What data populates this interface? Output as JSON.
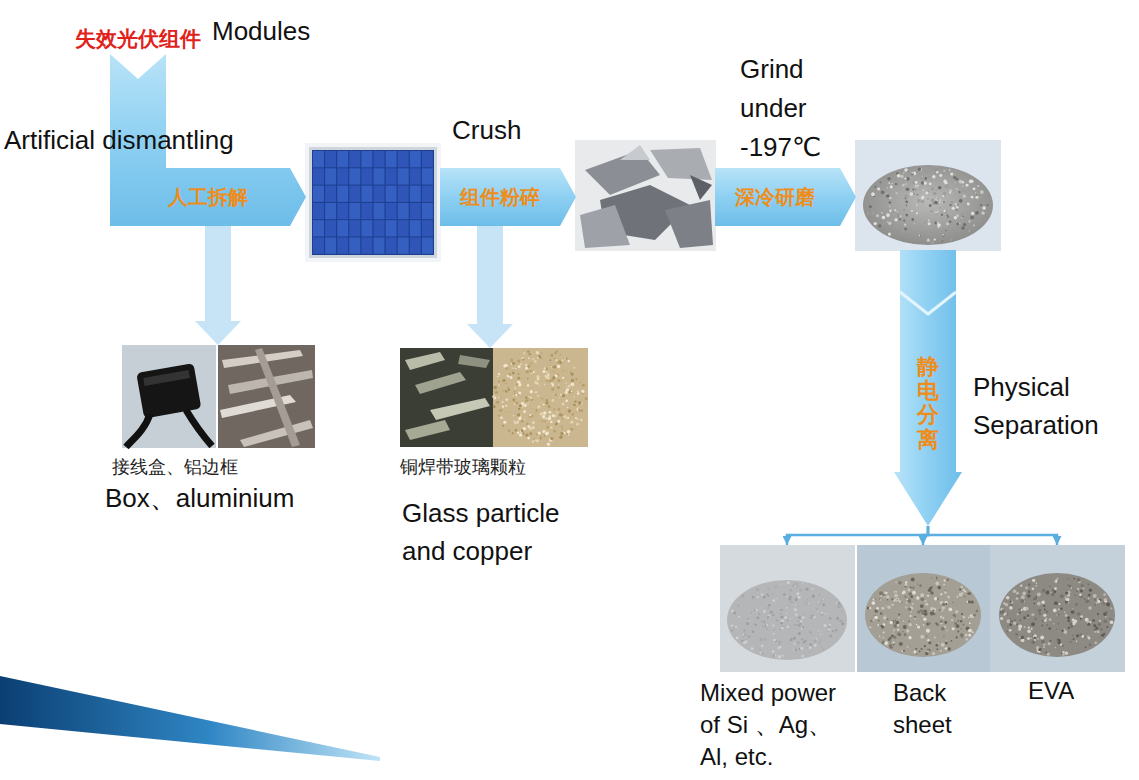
{
  "diagram": {
    "nodes": [
      {
        "text": [
          "Artificial dismantling",
          "人工拆解"
        ]
      },
      {
        "text": [
          "接线盒、铝边框",
          "Box、aluminium"
        ]
      },
      {
        "text": [
          "Crush",
          "组件粉碎"
        ]
      },
      {
        "text": [
          "铜焊带玻璃颗粒",
          "Glass particle and copper"
        ]
      },
      {
        "text": [
          "Grind under -197℃",
          "深冷研磨"
        ]
      },
      {
        "text": [
          "静电分离",
          "Physical Separation"
        ]
      },
      {
        "text": [
          "Mixed power of Si 、Ag、 Al, etc."
        ]
      },
      {
        "text": [
          "Back sheet"
        ]
      },
      {
        "text": [
          "EVA"
        ]
      }
    ],
    "edges": [
      {
        "from": 0,
        "to": 1,
        "arrow": "to"
      },
      {
        "from": 0,
        "to": 2,
        "arrow": "to"
      },
      {
        "from": 2,
        "to": 3,
        "arrow": "to"
      },
      {
        "from": 2,
        "to": 4,
        "arrow": "to"
      },
      {
        "from": 4,
        "to": 5,
        "arrow": "to"
      },
      {
        "from": 5,
        "to": 6,
        "arrow": "to"
      },
      {
        "from": 5,
        "to": 7,
        "arrow": "to"
      },
      {
        "from": 5,
        "to": 8,
        "arrow": "to"
      }
    ],
    "labels": [
      "失效光伏组件",
      "Modules"
    ]
  }
}
